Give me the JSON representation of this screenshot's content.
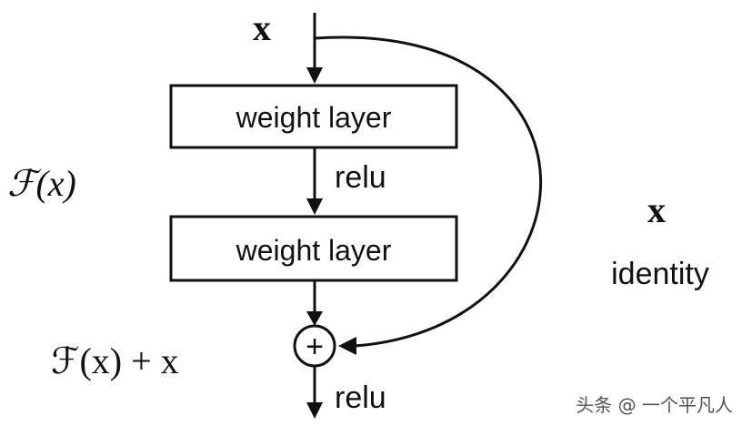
{
  "diagram": {
    "input_label": "x",
    "layer1_label": "weight layer",
    "activation1_label": "relu",
    "layer2_label": "weight layer",
    "residual_function_label": "ℱ(x)",
    "output_sum_label": "ℱ(x) + x",
    "plus_symbol": "+",
    "activation2_label": "relu",
    "shortcut_variable_label": "x",
    "shortcut_name_label": "identity"
  },
  "watermark": {
    "text": "头条 @ 一个平凡人"
  },
  "colors": {
    "stroke": "#111111",
    "background": "#ffffff"
  }
}
